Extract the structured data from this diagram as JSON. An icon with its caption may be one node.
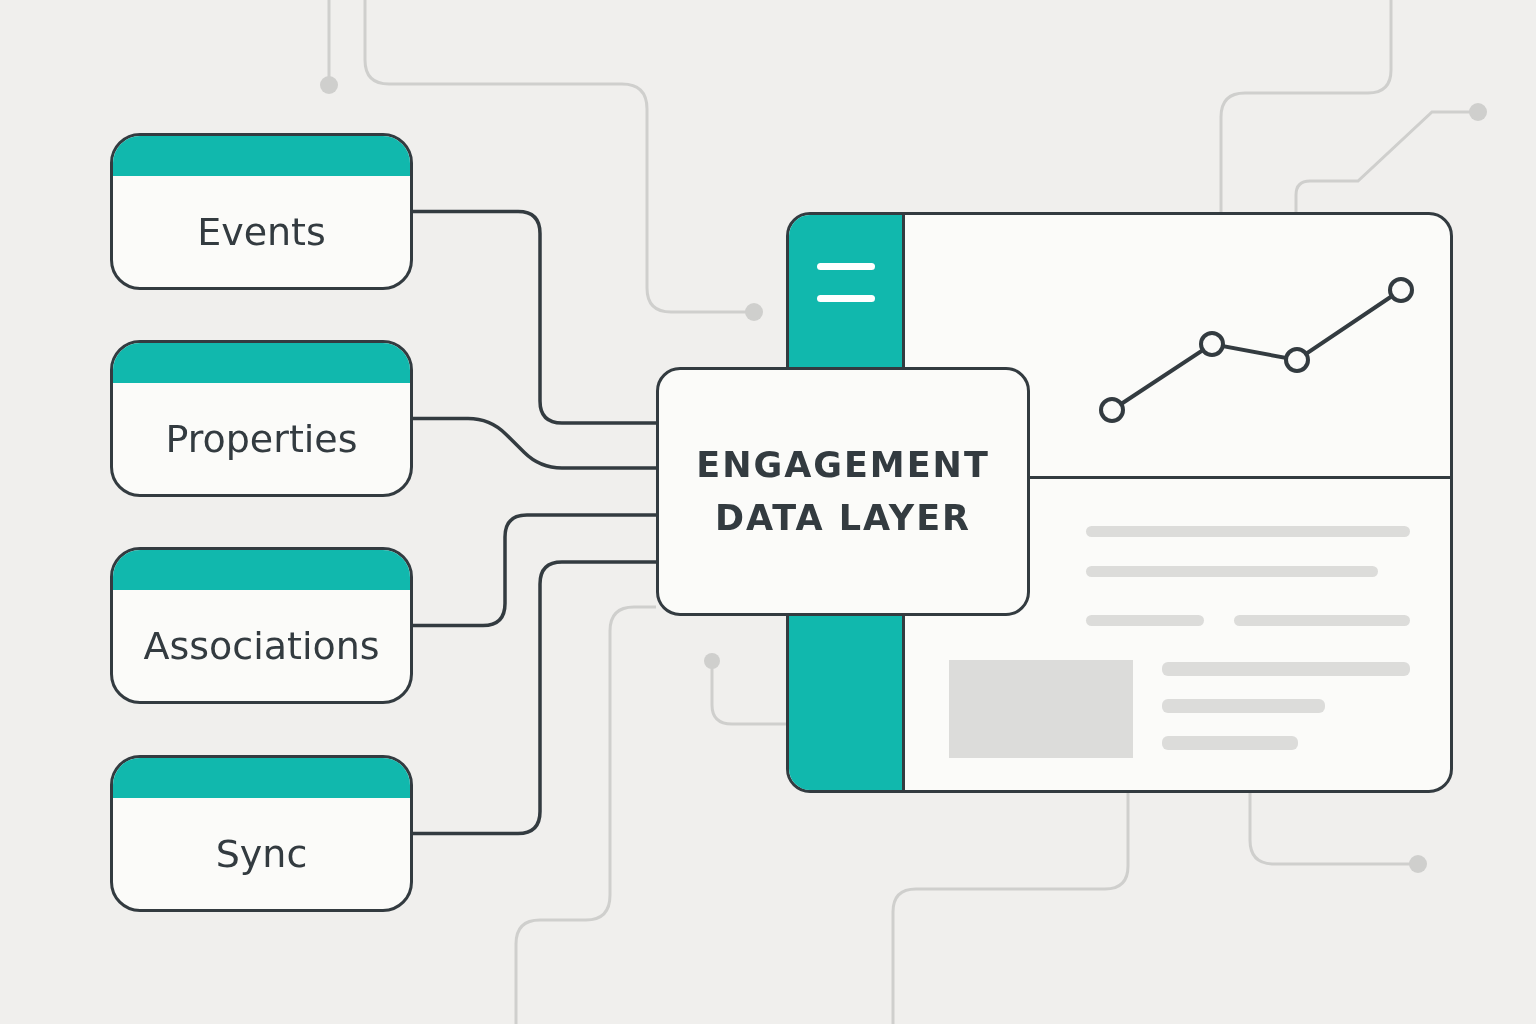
{
  "diagram": {
    "nodes": [
      {
        "text": [
          "Events"
        ]
      },
      {
        "text": [
          "Properties"
        ]
      },
      {
        "text": [
          "Associations"
        ]
      },
      {
        "text": [
          "Sync"
        ]
      },
      {
        "text": [
          "ENGAGEMENT DATA LAYER"
        ]
      }
    ],
    "edges": [
      {
        "from": 0,
        "to": 4,
        "arrow": "none"
      },
      {
        "from": 1,
        "to": 4,
        "arrow": "none"
      },
      {
        "from": 2,
        "to": 4,
        "arrow": "none"
      },
      {
        "from": 3,
        "to": 4,
        "arrow": "none"
      }
    ]
  }
}
